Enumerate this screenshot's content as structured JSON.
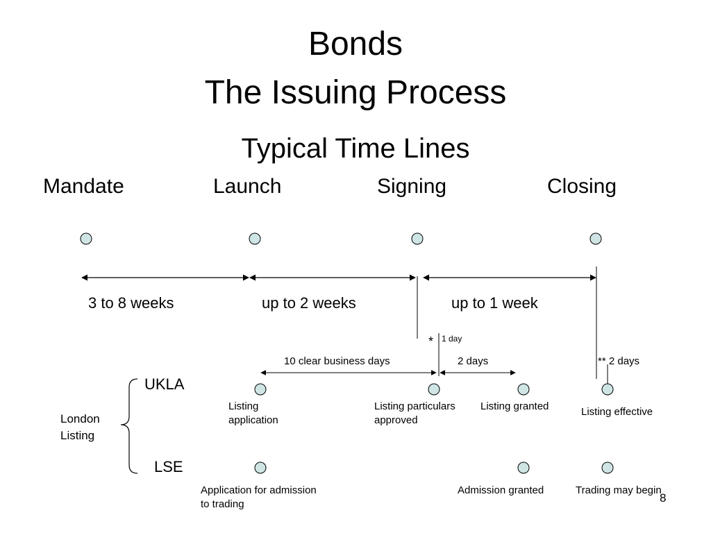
{
  "title": {
    "line1": "Bonds",
    "line2": "The Issuing Process"
  },
  "subtitle": "Typical Time Lines",
  "phases": {
    "mandate": "Mandate",
    "launch": "Launch",
    "signing": "Signing",
    "closing": "Closing"
  },
  "durations": {
    "mandate_to_launch": "3 to 8 weeks",
    "launch_to_signing": "up to 2 weeks",
    "signing_to_closing": "up to 1 week"
  },
  "sub_timeline": {
    "star": "*",
    "one_day": "1 day",
    "ten_days": "10 clear business days",
    "two_days": "2 days",
    "closing_note": "** 2 days"
  },
  "group": {
    "line1": "London",
    "line2": "Listing",
    "ukla": "UKLA",
    "lse": "LSE"
  },
  "ukla_events": {
    "application_line1": "Listing",
    "application_line2": "application",
    "approved_line1": "Listing particulars",
    "approved_line2": "approved",
    "granted": "Listing granted",
    "effective": "Listing effective"
  },
  "lse_events": {
    "admission_line1": "Application for admission",
    "admission_line2": "to trading",
    "admission_granted": "Admission granted",
    "trading": "Trading may begin"
  },
  "page_number": "8",
  "colors": {
    "node_fill": "#cfe5e5",
    "line": "#000000"
  }
}
